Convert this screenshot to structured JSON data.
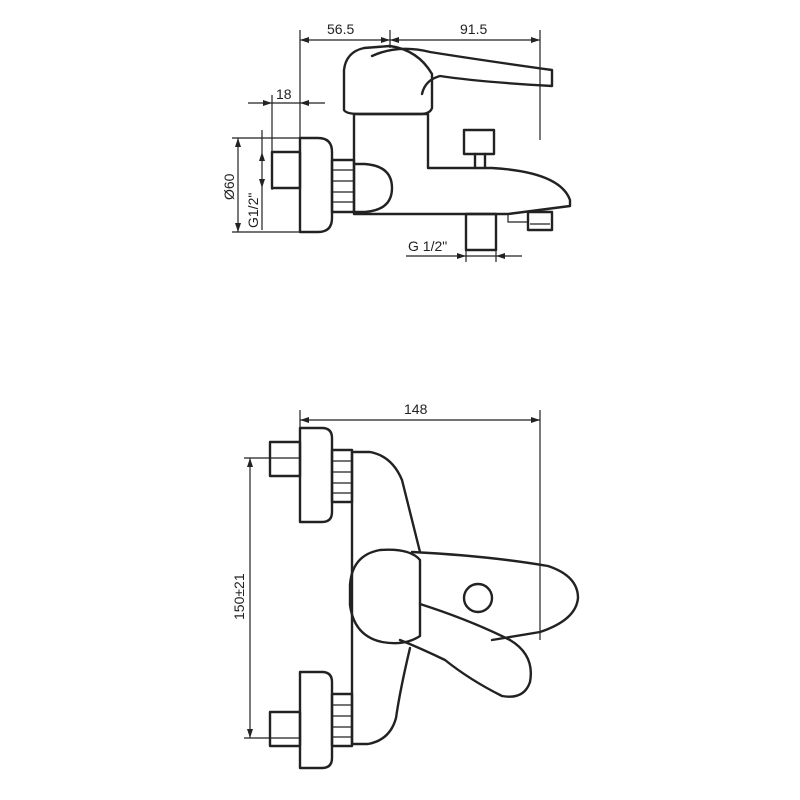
{
  "side_view": {
    "dim_body_width": "56.5",
    "dim_spout_width": "91.5",
    "dim_inlet_depth": "18",
    "dim_flange_diameter": "Ø60",
    "dim_inlet_thread": "G1/2\"",
    "dim_outlet_thread": "G  1/2\""
  },
  "front_view": {
    "dim_total_width": "148",
    "dim_centers": "150±21"
  }
}
